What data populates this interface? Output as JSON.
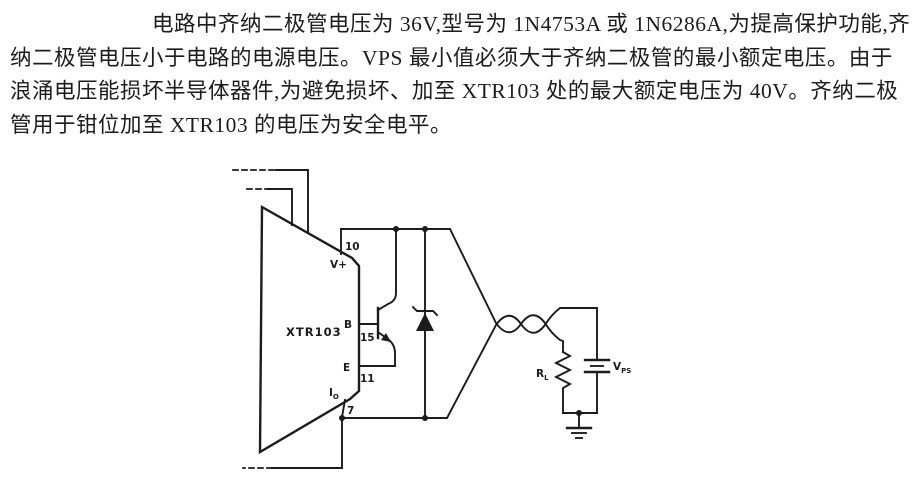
{
  "colors": {
    "ink": "#1c1c1c",
    "paper": "#ffffff"
  },
  "paragraph": {
    "lines": [
      "电路中齐纳二极管电压为 36V,型号为 1N4753A 或 1N6286A,为提高保护功能,齐",
      "纳二极管电压小于电路的电源电压。VPS 最小值必须大于齐纳二极管的最小额定电压。由于",
      "浪涌电压能损坏半导体器件,为避免损坏、加至 XTR103 处的最大额定电压为 40V。齐纳二极",
      "管用于钳位加至 XTR103 的电压为安全电平。"
    ]
  },
  "diagram": {
    "chip_label": "XTR103",
    "pin10_number": "10",
    "vplus_label": "V+",
    "base_label": "B",
    "pin15_number": "15",
    "emitter_label": "E",
    "pin11_number": "11",
    "iout_label": "I",
    "iout_sub": "O",
    "pin7_number": "7",
    "resistor_label": "R",
    "resistor_sub": "L",
    "supply_label": "V",
    "supply_sub": "PS"
  }
}
